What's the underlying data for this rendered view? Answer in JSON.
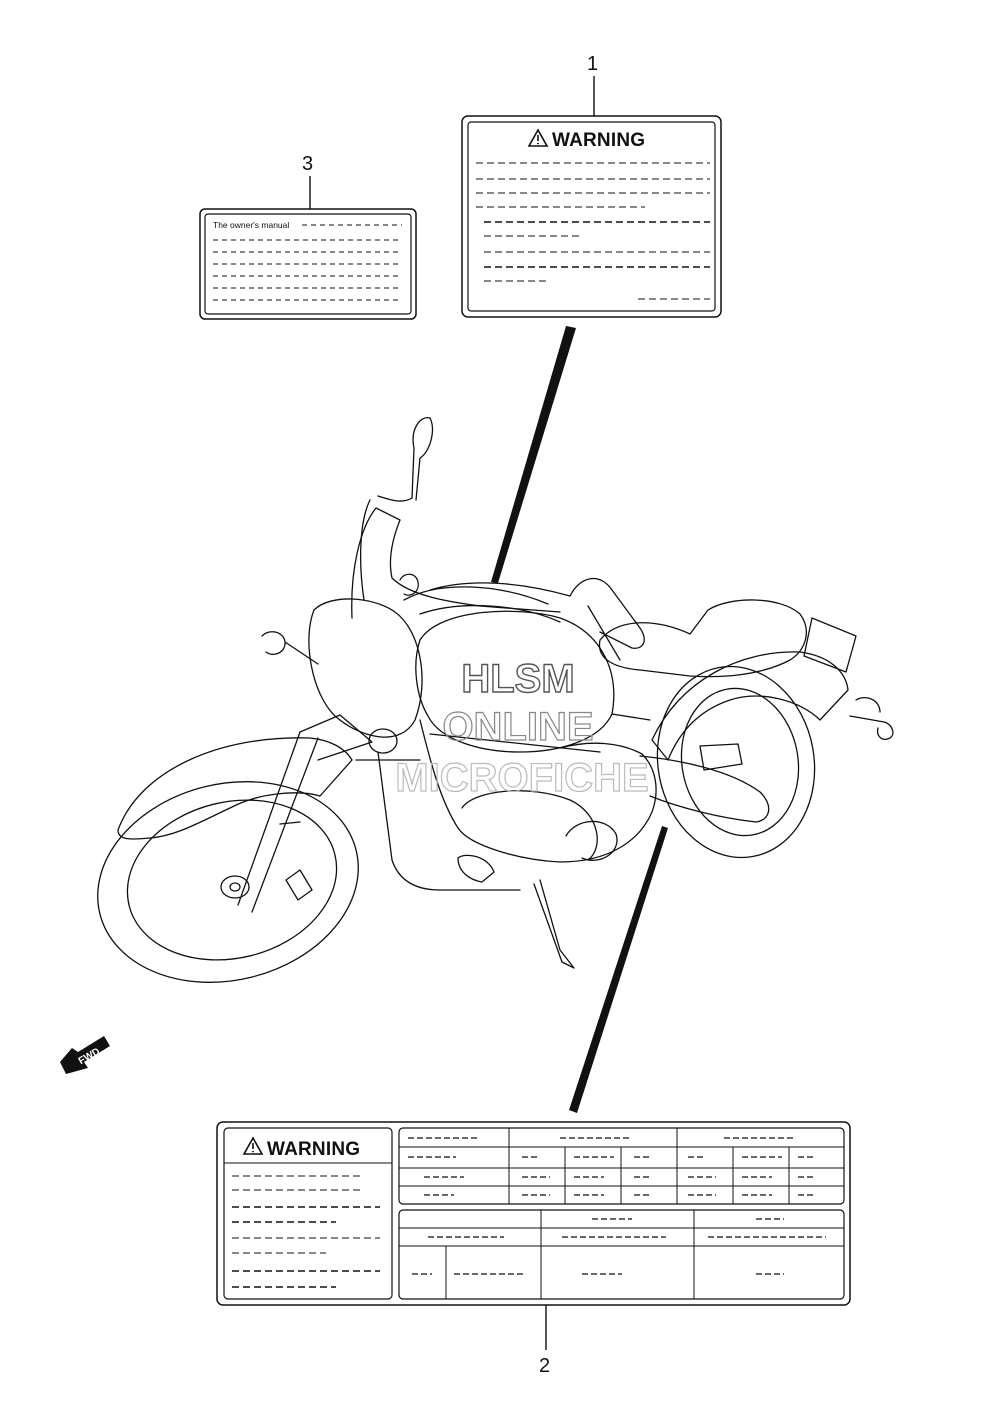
{
  "callouts": {
    "label_1": "1",
    "label_2": "2",
    "label_3": "3"
  },
  "labels": {
    "warning_label_top_title": "WARNING",
    "warning_label_bottom_title": "WARNING",
    "owners_manual_label_text": "The owner's manual"
  },
  "direction_indicator": {
    "text": "FWD"
  },
  "watermark": {
    "line1": "HLSM",
    "line2": "ONLINE",
    "line3": "MICROFICHE"
  },
  "icons": {
    "warning": "warning-triangle-icon",
    "direction": "fwd-arrow-icon"
  },
  "colors": {
    "line": "#111111",
    "watermark": "#555555"
  }
}
